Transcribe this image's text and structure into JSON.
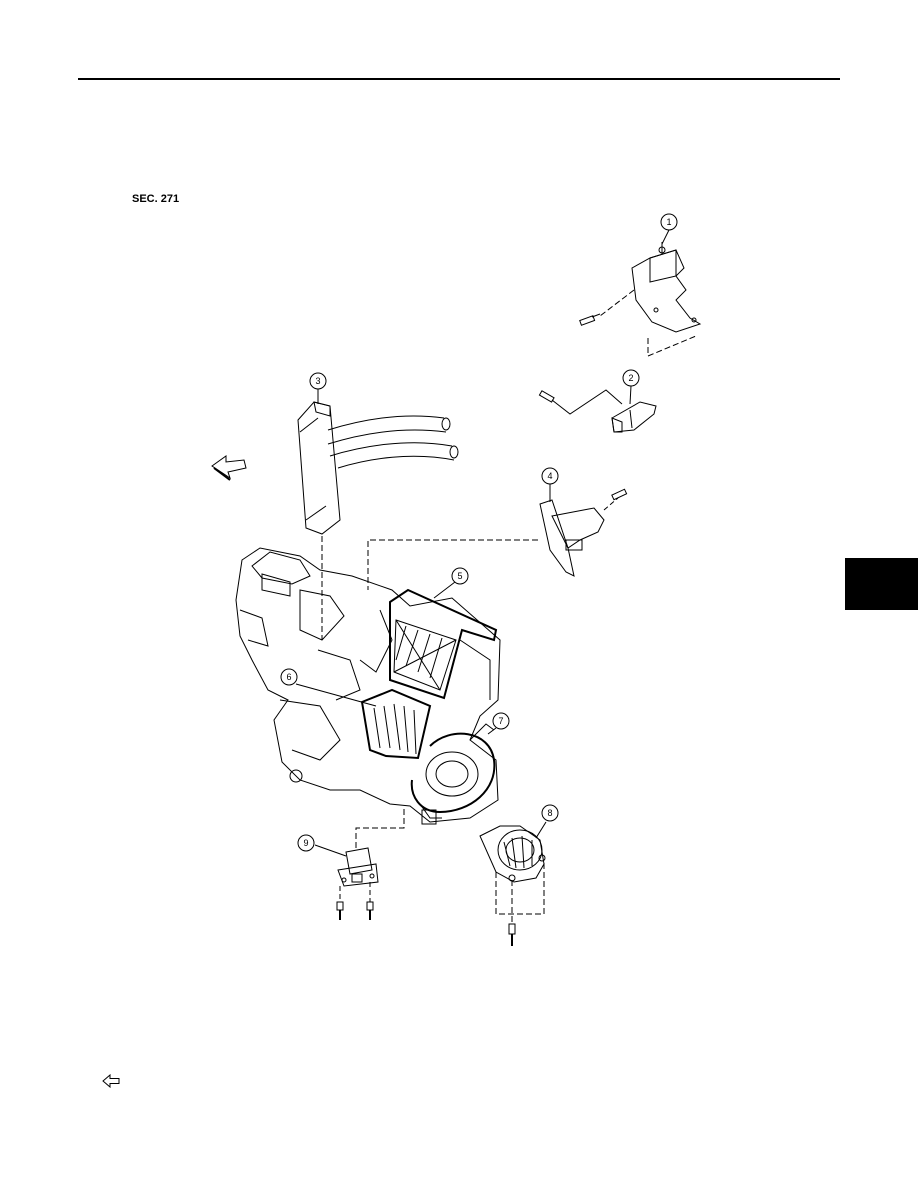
{
  "section_label": "SEC. 271",
  "callouts": [
    "1",
    "2",
    "3",
    "4",
    "5",
    "6",
    "7",
    "8",
    "9"
  ],
  "icons": {
    "front_arrow": "front-direction-arrow",
    "legend_arrow": "outline-arrow-left"
  }
}
